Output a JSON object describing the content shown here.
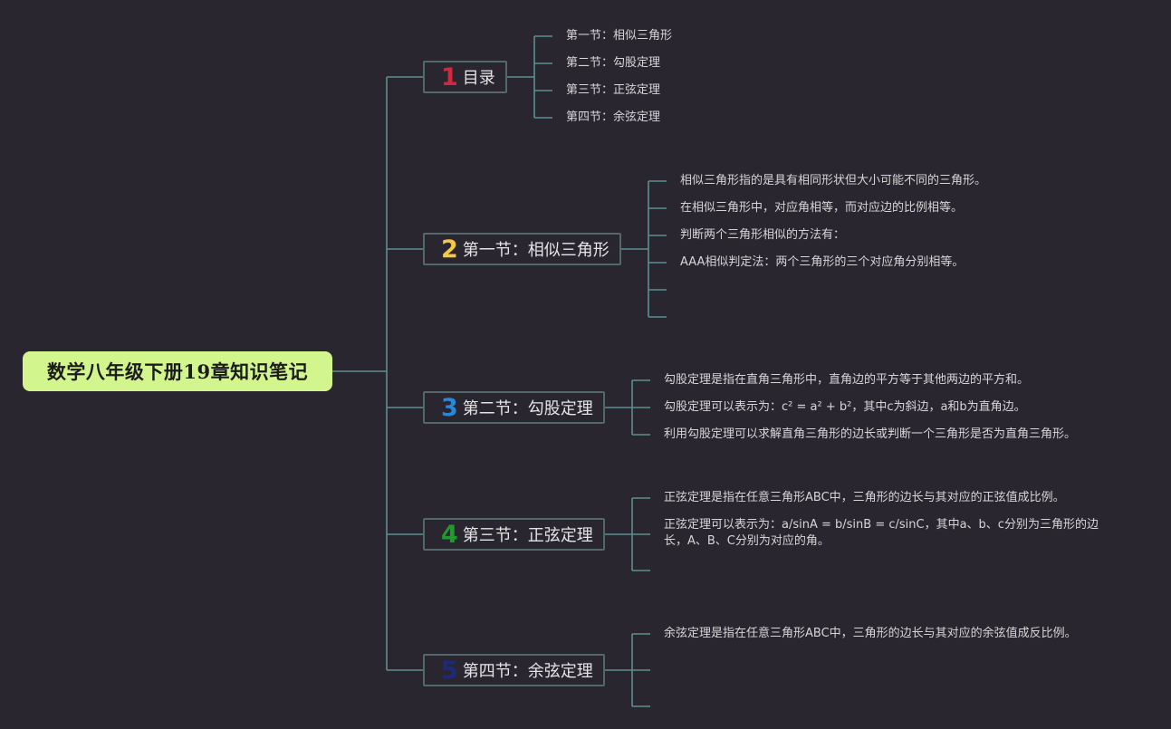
{
  "root": {
    "title": "数学八年级下册19章知识笔记",
    "color": "#d3f58d"
  },
  "branches": [
    {
      "number": "1",
      "number_color": "#d7263d",
      "label": "目录",
      "items": [
        "第一节：相似三角形",
        "第二节：勾股定理",
        "第三节：正弦定理",
        "第四节：余弦定理"
      ]
    },
    {
      "number": "2",
      "number_color": "#f5c842",
      "label": "第一节：相似三角形",
      "items": [
        "相似三角形指的是具有相同形状但大小可能不同的三角形。",
        "在相似三角形中，对应角相等，而对应边的比例相等。",
        "判断两个三角形相似的方法有：",
        "AAA相似判定法：两个三角形的三个对应角分别相等。",
        "",
        ""
      ]
    },
    {
      "number": "3",
      "number_color": "#2a86d6",
      "label": "第二节：勾股定理",
      "items": [
        "勾股定理是指在直角三角形中，直角边的平方等于其他两边的平方和。",
        "勾股定理可以表示为：c² = a² + b²，其中c为斜边，a和b为直角边。",
        "利用勾股定理可以求解直角三角形的边长或判断一个三角形是否为直角三角形。"
      ]
    },
    {
      "number": "4",
      "number_color": "#1f9a2f",
      "label": "第三节：正弦定理",
      "items": [
        "正弦定理是指在任意三角形ABC中，三角形的边长与其对应的正弦值成比例。",
        "正弦定理可以表示为：a/sinA = b/sinB = c/sinC，其中a、b、c分别为三角形的边长，A、B、C分别为对应的角。",
        ""
      ]
    },
    {
      "number": "5",
      "number_color": "#1c2a78",
      "label": "第四节：余弦定理",
      "items": [
        "余弦定理是指在任意三角形ABC中，三角形的边长与其对应的余弦值成反比例。",
        "",
        ""
      ]
    }
  ]
}
